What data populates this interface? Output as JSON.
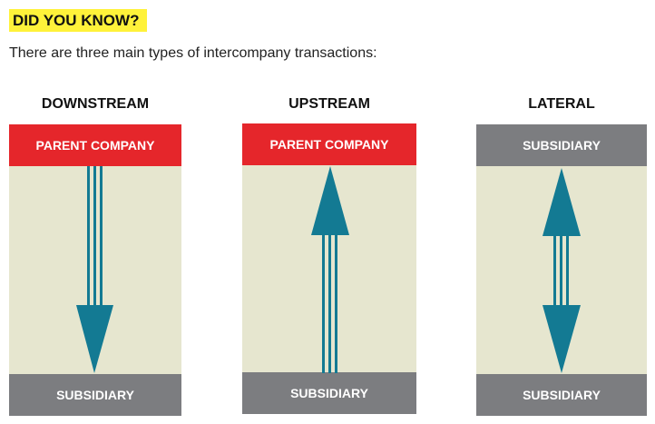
{
  "badge": "DID YOU KNOW?",
  "intro": "There are three main types of intercompany transactions:",
  "columns": [
    {
      "title": "DOWNSTREAM",
      "top_box": "PARENT COMPANY",
      "bottom_box": "SUBSIDIARY",
      "direction": "down"
    },
    {
      "title": "UPSTREAM",
      "top_box": "PARENT COMPANY",
      "bottom_box": "SUBSIDIARY",
      "direction": "up"
    },
    {
      "title": "LATERAL",
      "top_box": "SUBSIDIARY",
      "bottom_box": "SUBSIDIARY",
      "direction": "both"
    }
  ],
  "colors": {
    "highlight": "#fff23a",
    "parent": "#e5262b",
    "subsidiary": "#7c7d80",
    "panel": "#e6e6cf",
    "arrow": "#137a93"
  }
}
